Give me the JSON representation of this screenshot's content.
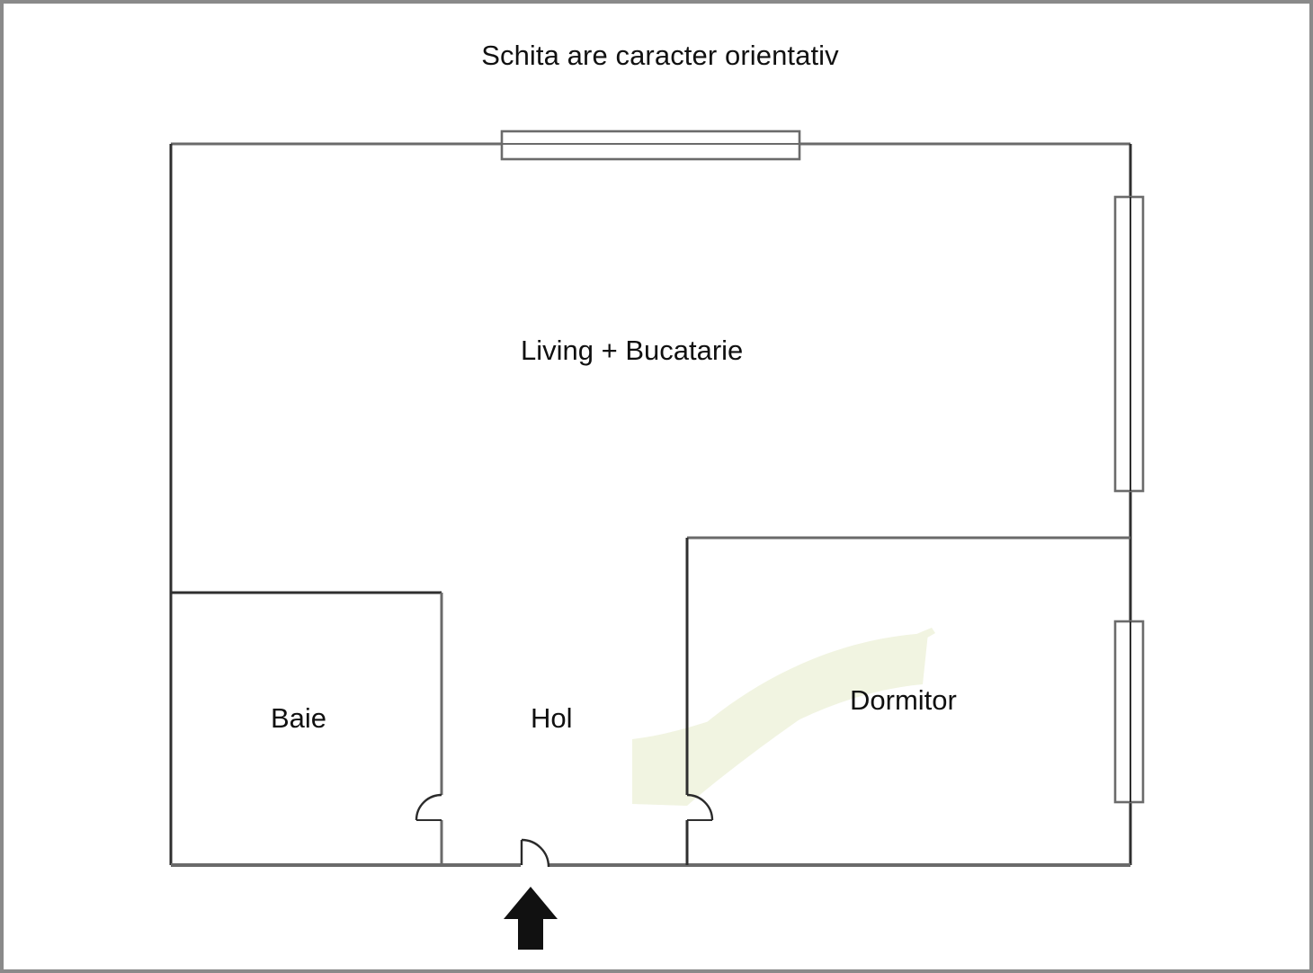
{
  "page": {
    "title": "Schita are caracter orientativ",
    "background_color": "#ffffff",
    "frame_color": "#8a8a8a"
  },
  "floorplan": {
    "wall_color": "#5f5f5f",
    "interior_wall_color": "#6a6a6a",
    "door_arc_color": "#2a2a2a",
    "window_fill": "#ffffff",
    "window_stroke": "#6b6b6b",
    "highlight_color": "#f1f4e1",
    "arrow_color": "#111111",
    "rooms": [
      {
        "name": "living-bucatarie",
        "label": "Living + Bucatarie"
      },
      {
        "name": "baie",
        "label": "Baie"
      },
      {
        "name": "hol",
        "label": "Hol"
      },
      {
        "name": "dormitor",
        "label": "Dormitor"
      }
    ],
    "windows": [
      {
        "name": "window-top",
        "orientation": "horizontal",
        "wall": "north"
      },
      {
        "name": "window-east-upper",
        "orientation": "vertical",
        "wall": "east"
      },
      {
        "name": "window-east-lower",
        "orientation": "vertical",
        "wall": "east"
      }
    ],
    "doors": [
      {
        "name": "door-baie",
        "swing": "left"
      },
      {
        "name": "door-dormitor",
        "swing": "right"
      },
      {
        "name": "door-entrance",
        "swing": "right"
      }
    ],
    "annotations": [
      {
        "name": "entrance-arrow",
        "meaning": "main entrance direction"
      },
      {
        "name": "highlight-stroke",
        "meaning": "highlighter mark over dormitor"
      }
    ]
  }
}
